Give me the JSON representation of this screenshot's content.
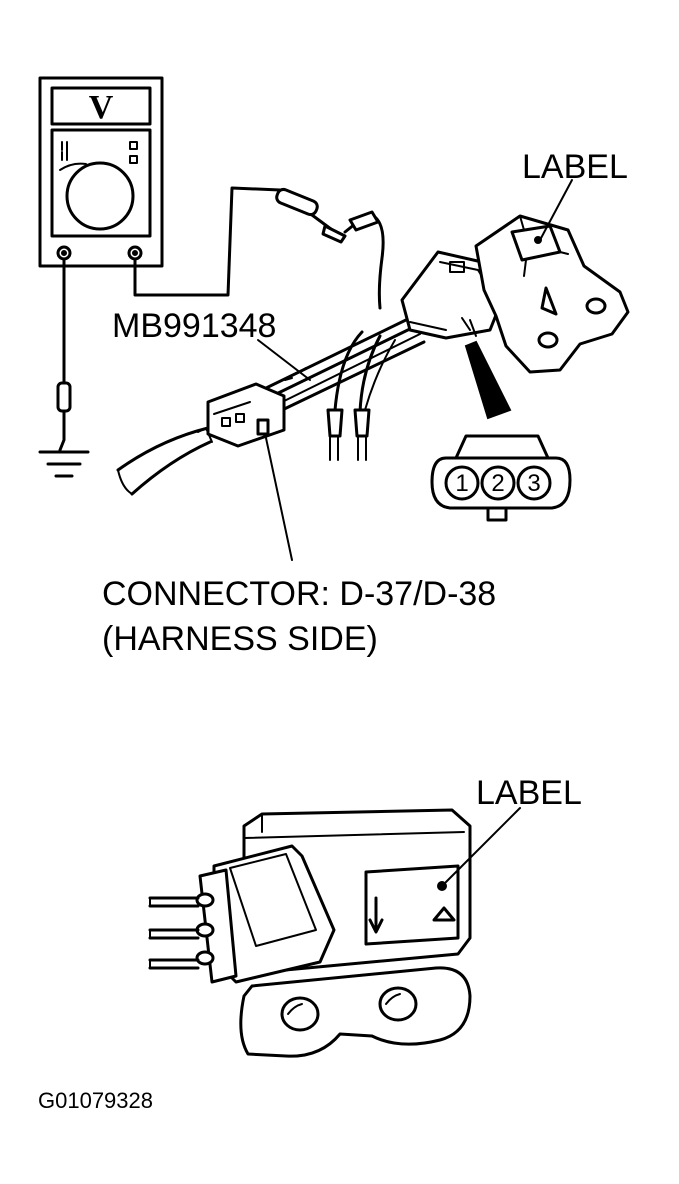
{
  "diagram": {
    "meter_display": "V",
    "top": {
      "label_text": "LABEL",
      "tool_part_number": "MB991348",
      "connector_line1": "CONNECTOR: D-37/D-38",
      "connector_line2": "(HARNESS SIDE)",
      "terminal_pins": [
        "1",
        "2",
        "3"
      ]
    },
    "bottom": {
      "label_text": "LABEL"
    },
    "figure_code": "G01079328"
  }
}
